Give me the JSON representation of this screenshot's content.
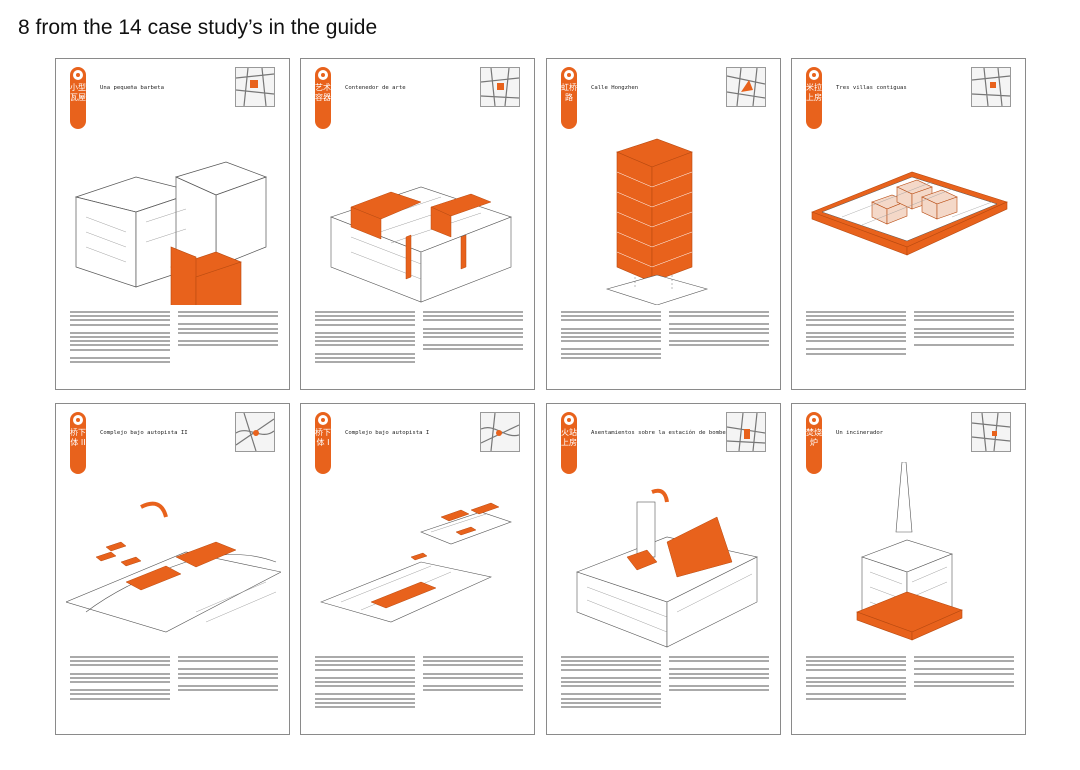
{
  "header": {
    "title": "8 from the 14 case study’s in the guide"
  },
  "colors": {
    "accent": "#e8621c",
    "line": "#555555",
    "text_lines": "#8d8d8d"
  },
  "cards": [
    {
      "cn": "小型瓦屋",
      "title": "Una pequeña barbeta"
    },
    {
      "cn": "艺术容器",
      "title": "Contenedor de arte"
    },
    {
      "cn": "虹桥路",
      "title": "Calle Hongzhen"
    },
    {
      "cn": "米拉上房",
      "title": "Tres villas contiguas"
    },
    {
      "cn": "桥下体 II",
      "title": "Complejo bajo autopista II"
    },
    {
      "cn": "桥下体 I",
      "title": "Complejo bajo autopista I"
    },
    {
      "cn": "火站上房",
      "title": "Asentamientos sobre la estación de bomberos"
    },
    {
      "cn": "焚烧炉",
      "title": "Un incinerador"
    }
  ]
}
